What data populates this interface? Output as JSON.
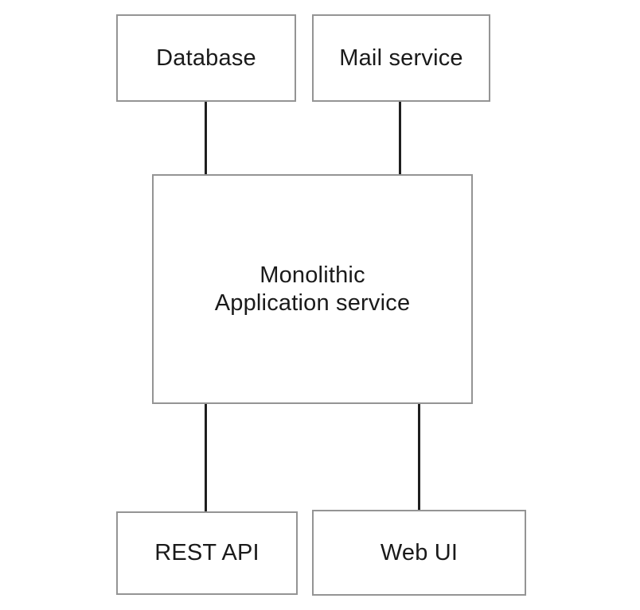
{
  "diagram": {
    "type": "architecture-diagram",
    "nodes": [
      {
        "id": "database",
        "label": "Database"
      },
      {
        "id": "mail-service",
        "label": "Mail service"
      },
      {
        "id": "monolith",
        "label": "Monolithic\nApplication service"
      },
      {
        "id": "rest-api",
        "label": "REST API"
      },
      {
        "id": "web-ui",
        "label": "Web UI"
      }
    ],
    "edges": [
      {
        "from": "database",
        "to": "monolith"
      },
      {
        "from": "mail-service",
        "to": "monolith"
      },
      {
        "from": "monolith",
        "to": "rest-api"
      },
      {
        "from": "monolith",
        "to": "web-ui"
      }
    ],
    "colors": {
      "background": "#ffffff",
      "node_fill": "#ffffff",
      "node_border": "#949494",
      "edge_line": "#1f1f1f",
      "text": "#1a1a1a"
    }
  }
}
